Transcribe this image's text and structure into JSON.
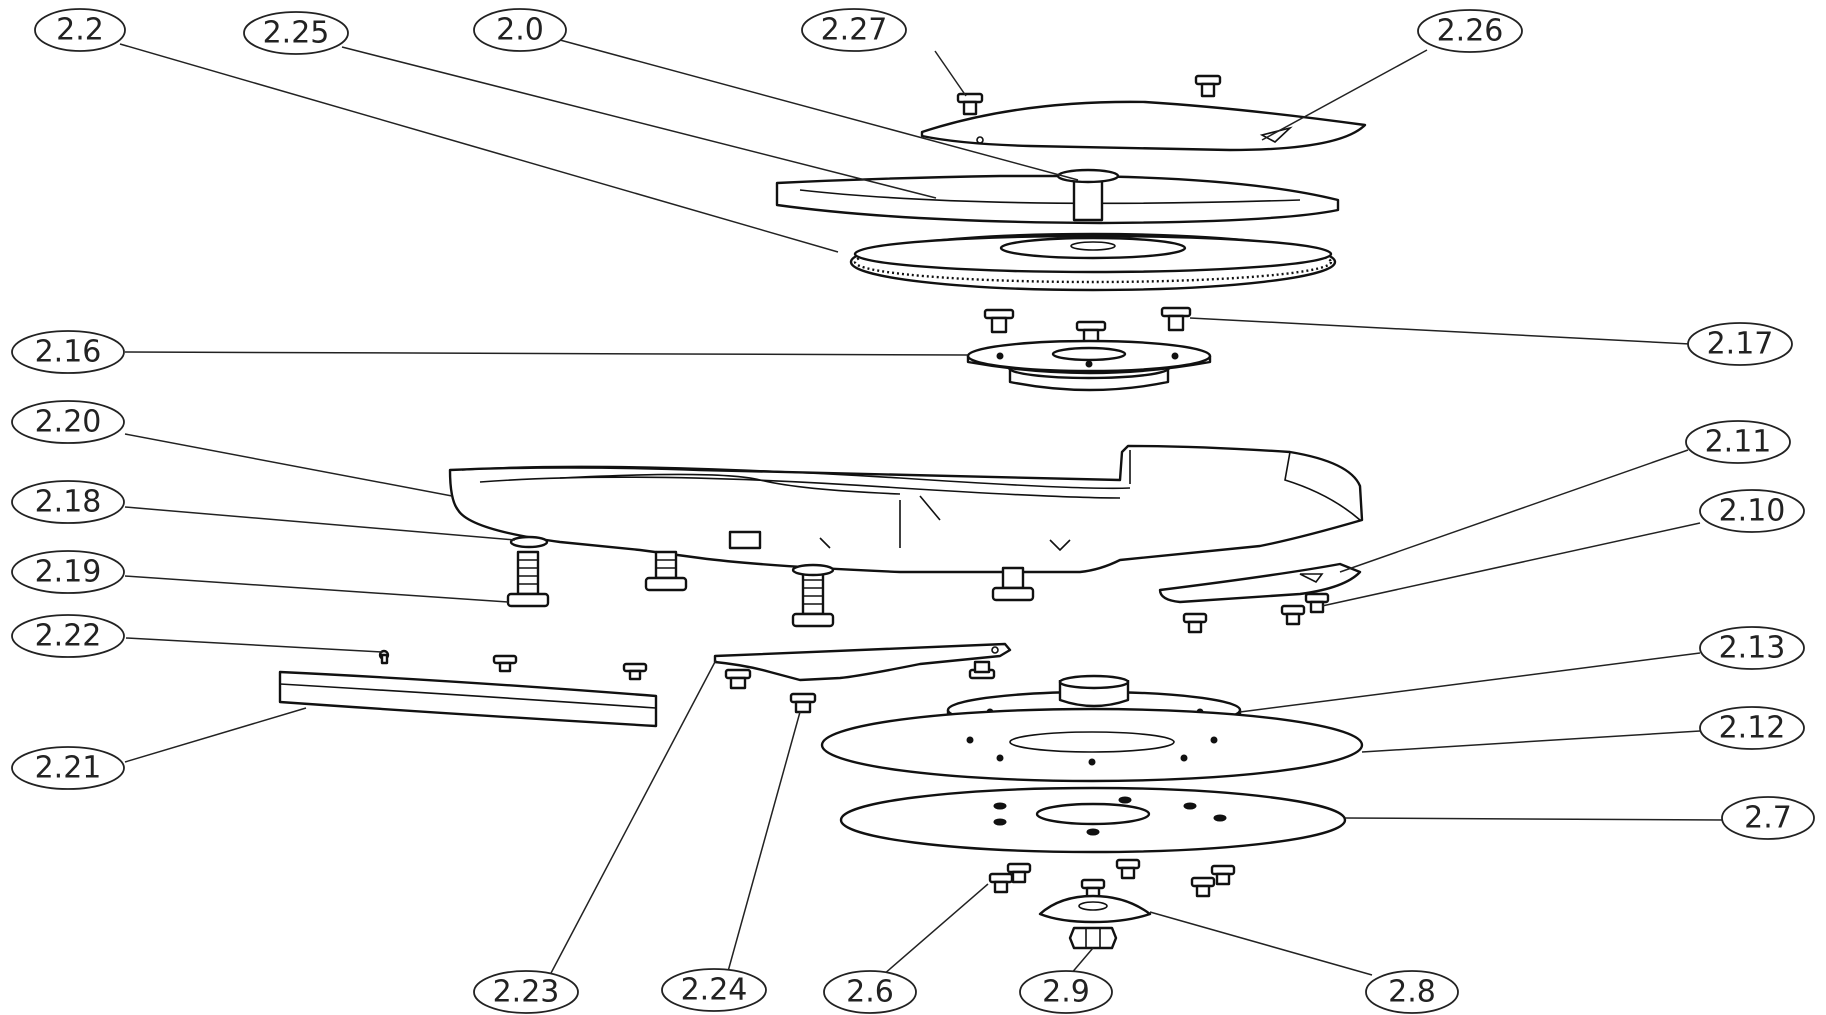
{
  "callouts": [
    {
      "id": "c-2-2",
      "label": "2.2"
    },
    {
      "id": "c-2-25",
      "label": "2.25"
    },
    {
      "id": "c-2-0",
      "label": "2.0"
    },
    {
      "id": "c-2-27",
      "label": "2.27"
    },
    {
      "id": "c-2-26",
      "label": "2.26"
    },
    {
      "id": "c-2-16",
      "label": "2.16"
    },
    {
      "id": "c-2-17",
      "label": "2.17"
    },
    {
      "id": "c-2-20",
      "label": "2.20"
    },
    {
      "id": "c-2-11",
      "label": "2.11"
    },
    {
      "id": "c-2-18",
      "label": "2.18"
    },
    {
      "id": "c-2-10",
      "label": "2.10"
    },
    {
      "id": "c-2-19",
      "label": "2.19"
    },
    {
      "id": "c-2-22",
      "label": "2.22"
    },
    {
      "id": "c-2-13",
      "label": "2.13"
    },
    {
      "id": "c-2-12",
      "label": "2.12"
    },
    {
      "id": "c-2-21",
      "label": "2.21"
    },
    {
      "id": "c-2-7",
      "label": "2.7"
    },
    {
      "id": "c-2-23",
      "label": "2.23"
    },
    {
      "id": "c-2-24",
      "label": "2.24"
    },
    {
      "id": "c-2-6",
      "label": "2.6"
    },
    {
      "id": "c-2-9",
      "label": "2.9"
    },
    {
      "id": "c-2-8",
      "label": "2.8"
    }
  ]
}
